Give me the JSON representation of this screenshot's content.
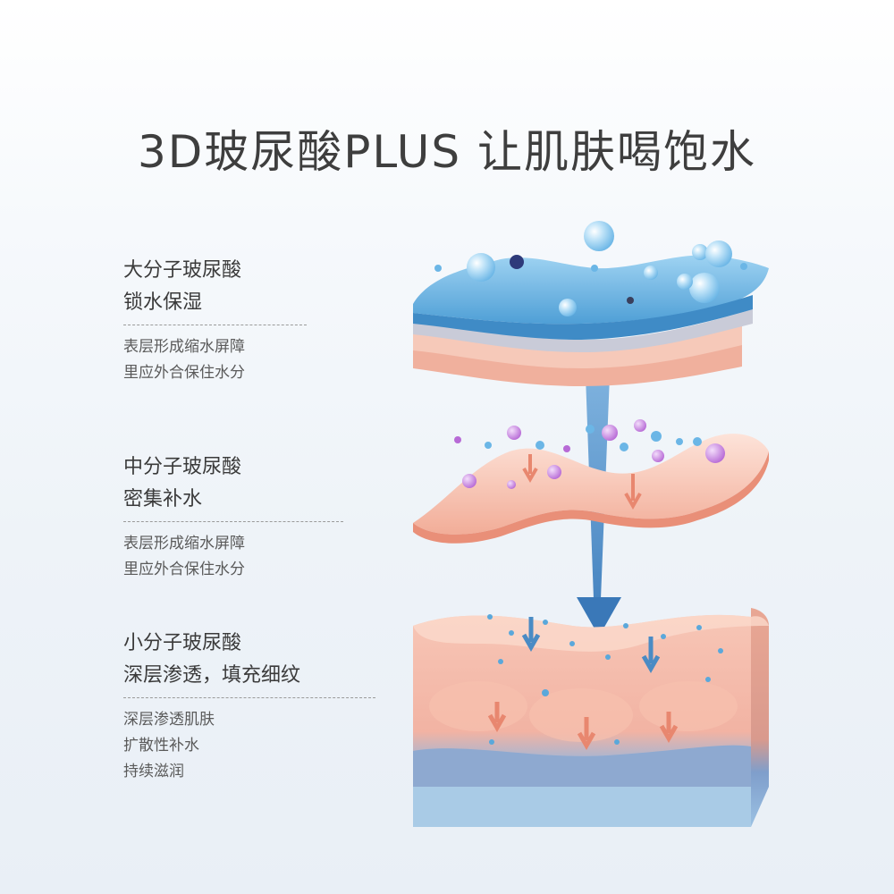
{
  "title": "3D玻尿酸PLUS 让肌肤喝饱水",
  "sections": [
    {
      "heading_lines": [
        "大分子玻尿酸",
        "锁水保湿"
      ],
      "details": [
        "表层形成缩水屏障",
        "里应外合保住水分"
      ]
    },
    {
      "heading_lines": [
        "中分子玻尿酸",
        "密集补水"
      ],
      "details": [
        "表层形成缩水屏障",
        "里应外合保住水分"
      ]
    },
    {
      "heading_lines": [
        "小分子玻尿酸",
        "深层渗透，填充细纹"
      ],
      "details": [
        "深层渗透肌肤",
        "扩散性补水",
        "持续滋润"
      ]
    }
  ],
  "colors": {
    "water_blue": "#5aa8db",
    "skin_pink": "#f4b8a6",
    "arrow_blue": "#4a8bc4",
    "arrow_coral": "#e8876f",
    "molecule_purple": "#b76ad6"
  }
}
